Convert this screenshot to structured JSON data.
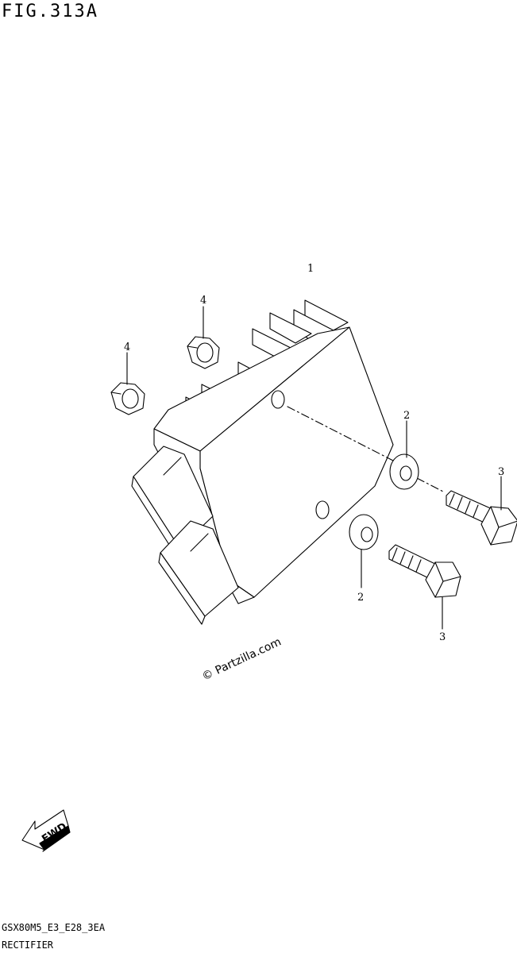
{
  "figure": {
    "title": "FIG.313A",
    "watermark": "© Partzilla.com",
    "model_code": "GSX80M5_E3_E28_3EA",
    "part_name": "RECTIFIER",
    "fwd_label": "FWD"
  },
  "callouts": {
    "c1": "1",
    "c2a": "2",
    "c2b": "2",
    "c3a": "3",
    "c3b": "3",
    "c4a": "4",
    "c4b": "4"
  },
  "icons": {
    "fwd_arrow": "fwd-arrow-icon"
  }
}
